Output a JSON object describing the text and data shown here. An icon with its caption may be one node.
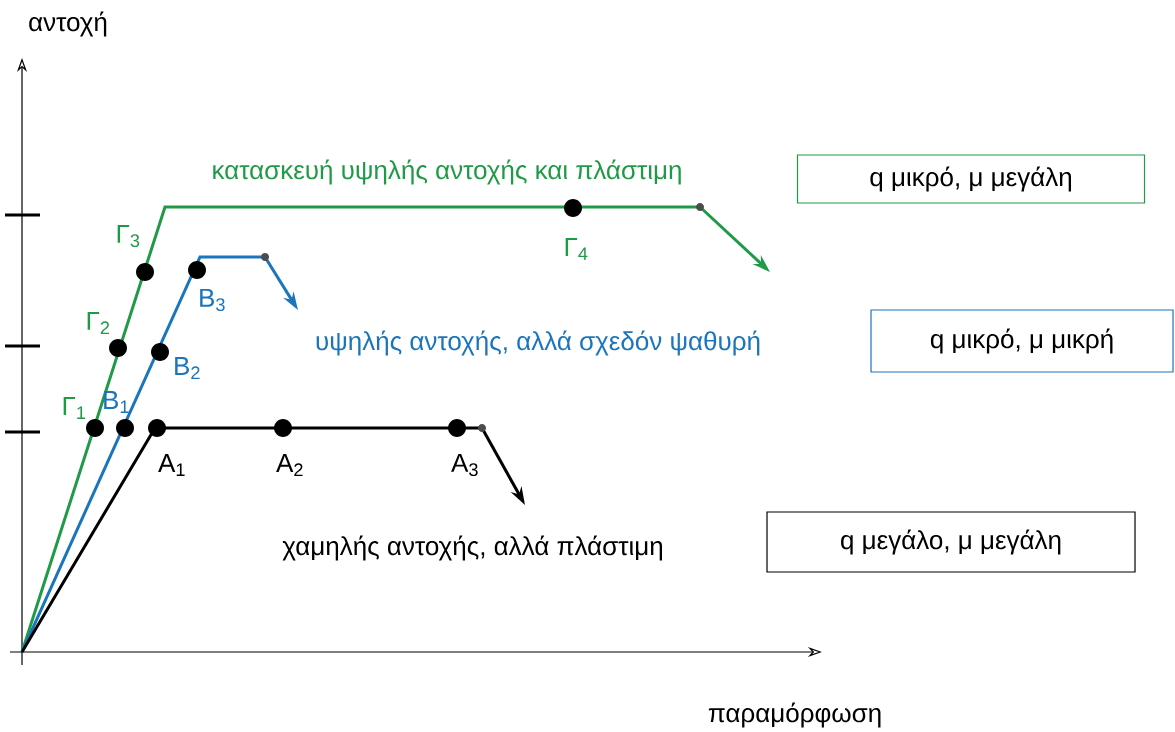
{
  "diagram": {
    "nodes": [
      {
        "text": [
          "q μικρό, μ μεγάλη"
        ]
      },
      {
        "text": [
          "q μικρό, μ μικρή"
        ]
      },
      {
        "text": [
          "q μεγάλο, μ μεγάλη"
        ]
      }
    ],
    "labels": [
      "αντοχή",
      "κατασκευή υψηλής αντοχής και πλάστιμη",
      "Γ$_{3}$",
      "Γ$_{4}$",
      "Β$_{3}$",
      "υψηλής αντοχής, αλλά σχεδόν ψαθυρή",
      "Γ$_{2}$",
      "Β$_{2}$",
      "Γ$_{1}$",
      "Β$_{1}$",
      "Α$_{1}$",
      "Α$_{2}$",
      "Α$_{3}$",
      "χαμηλής αντοχής, αλλά πλάστιμη",
      "παραμόρφωση"
    ]
  }
}
